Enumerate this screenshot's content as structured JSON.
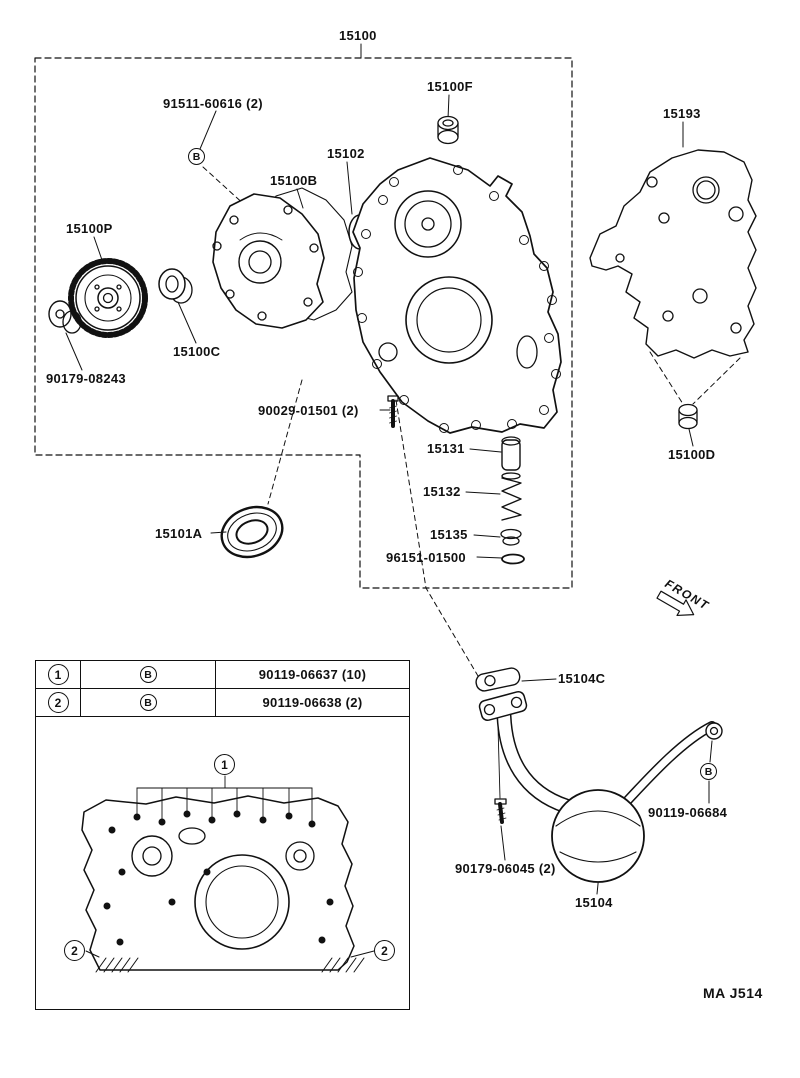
{
  "diagram": {
    "footer_code": "MA J514",
    "front_label": "FRONT",
    "symbols": {
      "one": "1",
      "two": "2",
      "b": "B"
    },
    "callouts": {
      "main": "15100",
      "p15100F": "15100F",
      "p15193": "15193",
      "p91511_60616": "91511-60616 (2)",
      "p15102": "15102",
      "p15100B": "15100B",
      "p15100P": "15100P",
      "p15100C": "15100C",
      "p90179_08243": "90179-08243",
      "p90029_01501": "90029-01501 (2)",
      "p15131": "15131",
      "p15132": "15132",
      "p15135": "15135",
      "p96151_01500": "96151-01500",
      "p15101A": "15101A",
      "p15100D": "15100D",
      "p15104C": "15104C",
      "p90119_06684": "90119-06684",
      "p90179_06045": "90179-06045 (2)",
      "p15104": "15104"
    },
    "fastener_table": {
      "rows": [
        {
          "num": "1",
          "sym": "B",
          "part": "90119-06637 (10)"
        },
        {
          "num": "2",
          "sym": "B",
          "part": "90119-06638 (2)"
        }
      ]
    }
  }
}
